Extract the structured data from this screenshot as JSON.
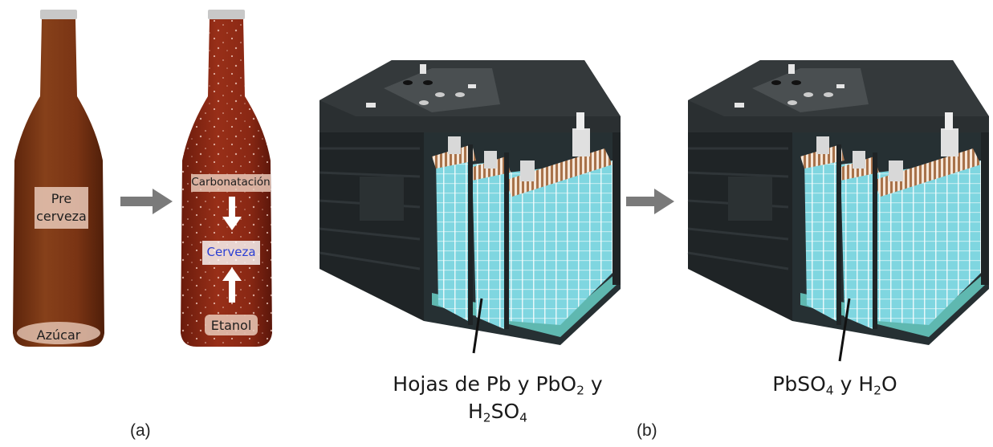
{
  "panel_a": {
    "label": "(a)",
    "bottle1": {
      "top_label_line1": "Pre",
      "top_label_line2": "cerveza",
      "bottom_label": "Azúcar"
    },
    "bottle2": {
      "carbonation": "Carbonatación",
      "beer": "Cerveza",
      "ethanol": "Etanol"
    },
    "colors": {
      "bottle_brown": "#7a3414",
      "beer_red": "#8e2a16",
      "beer_text": "#2b3fd4",
      "label_bg": "#e9c9b8"
    }
  },
  "panel_b": {
    "label": "(b)",
    "battery1_caption": {
      "p1": "Hojas de Pb y PbO",
      "s1": "2",
      "p2": " y",
      "p3": "H",
      "s2": "2",
      "p4": "SO",
      "s3": "4"
    },
    "battery2_caption": {
      "p1": "PbSO",
      "s1": "4",
      "p2": " y H",
      "s2": "2",
      "p3": "O"
    },
    "colors": {
      "case": "#1f2426",
      "electrolyte": "#7fd6e0",
      "plate_stripe": "#b07a52"
    }
  },
  "arrow_color": "#7a7a7a"
}
